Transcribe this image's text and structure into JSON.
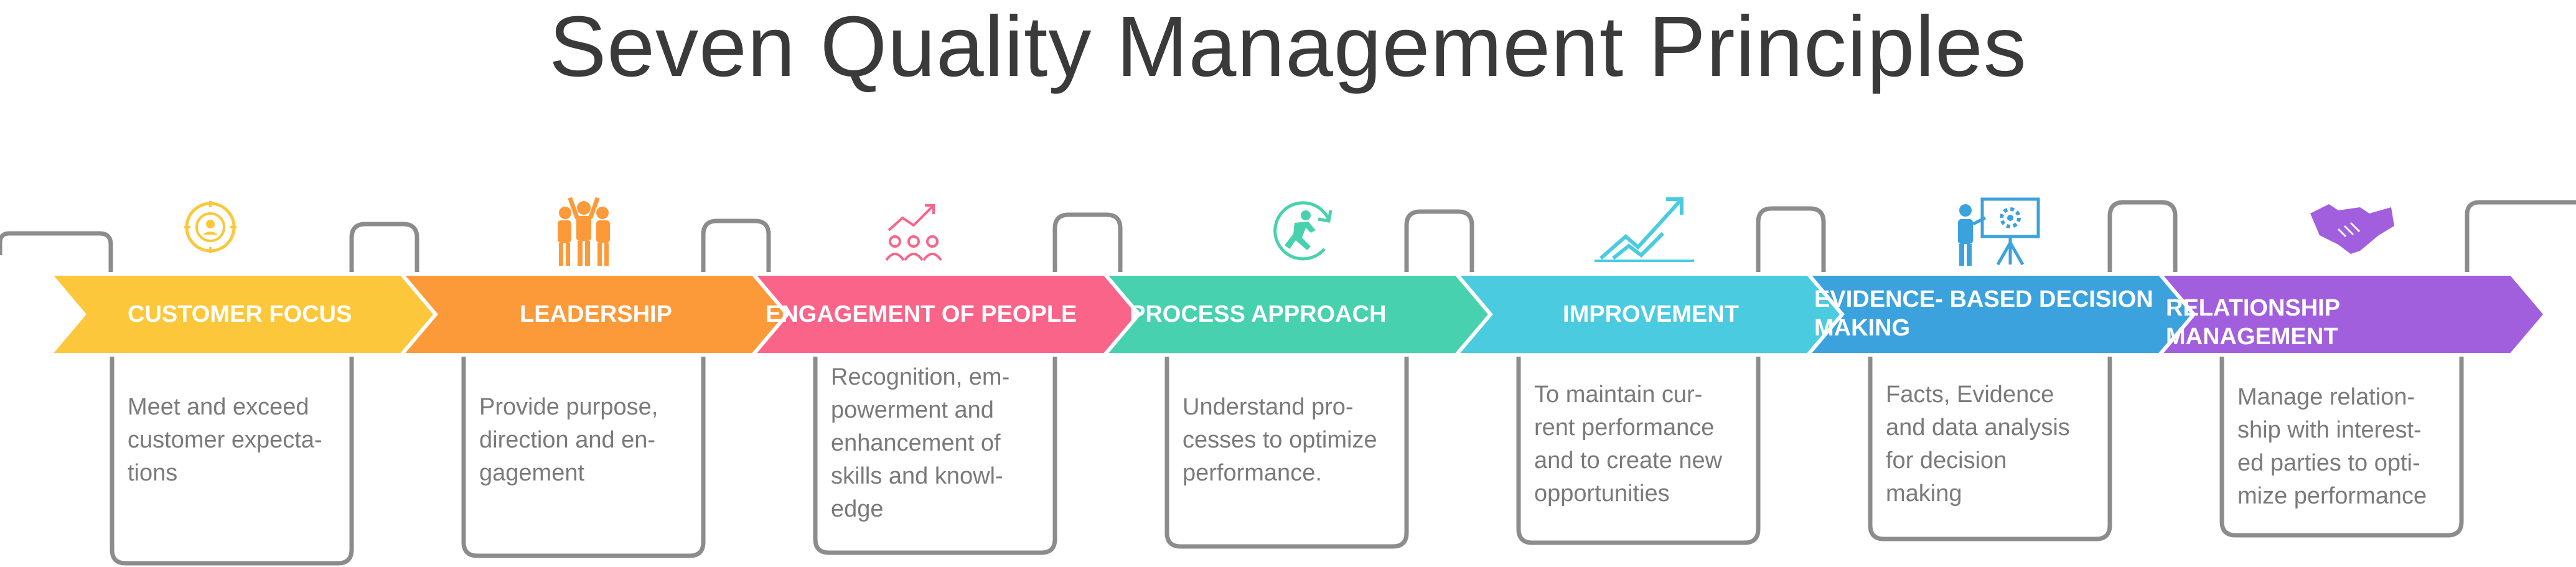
{
  "title": "Seven Quality Management Principles",
  "steps": [
    {
      "label": "CUSTOMER FOCUS",
      "color": "#FCC73A",
      "icon": "target-face-icon",
      "lines": [
        "Meet and exceed",
        "customer expecta-",
        "tions"
      ]
    },
    {
      "label": "LEADERSHIP",
      "color": "#FC9A3A",
      "icon": "team-leader-icon",
      "lines": [
        "Provide purpose,",
        "direction and en-",
        "gagement"
      ]
    },
    {
      "label": "ENGAGEMENT OF PEOPLE",
      "color": "#FB6489",
      "icon": "people-growth-icon",
      "lines": [
        "Recognition, em-",
        "powerment and",
        "enhancement of",
        "skills and knowl-",
        "edge"
      ]
    },
    {
      "label": "PROCESS APPROACH",
      "color": "#48D1AE",
      "icon": "runner-cycle-icon",
      "lines": [
        "Understand pro-",
        "cesses to optimize",
        "performance."
      ]
    },
    {
      "label": "IMPROVEMENT",
      "color": "#4ACBE0",
      "icon": "rising-trend-icon",
      "lines": [
        "To maintain cur-",
        "rent performance",
        "and to create new",
        "opportunities"
      ]
    },
    {
      "label": "EVIDENCE- BASED DECISION MAKING",
      "color": "#3BA2DE",
      "icon": "presentation-board-icon",
      "lines": [
        "Facts, Evidence",
        "and data analysis",
        "for decision",
        "making"
      ]
    },
    {
      "label": "RELATIONSHIP MANAGEMENT",
      "color": "#A15FDE",
      "icon": "handshake-icon",
      "lines": [
        "Manage relation-",
        "ship with interest-",
        "ed parties to opti-",
        "mize performance"
      ]
    }
  ]
}
